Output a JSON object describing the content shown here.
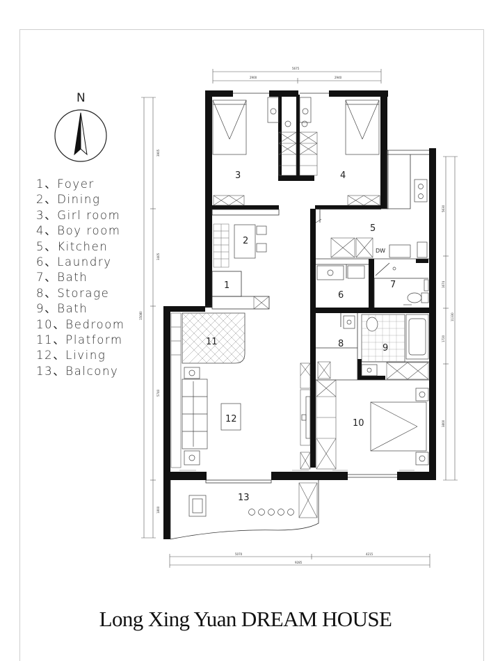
{
  "title": "Long Xing Yuan DREAM HOUSE",
  "compass": {
    "label": "N"
  },
  "legend": [
    "1、Foyer",
    "2、Dining",
    "3、Girl room",
    "4、Boy room",
    "5、Kitchen",
    "6、Laundry",
    "7、Bath",
    "8、Storage",
    "9、Bath",
    "10、Bedroom",
    "11、Platform",
    "12、Living",
    "13、Balcony"
  ],
  "rooms": [
    "1",
    "2",
    "3",
    "4",
    "5",
    "6",
    "7",
    "8",
    "9",
    "10",
    "11",
    "12",
    "13"
  ],
  "appliance": {
    "dishwasher": "DW"
  },
  "dimensions": {
    "top_total": "5675",
    "top_left": "2900",
    "top_right": "2940",
    "left_1": "3905",
    "left_2": "3405",
    "left_3": "5740",
    "left_4": "1800",
    "left_total": "15080",
    "right_1": "5630",
    "right_2": "1674",
    "right_3": "1720",
    "right_4": "3800",
    "right_total": "11330",
    "bottom_left": "5070",
    "bottom_right": "4215",
    "bottom_total": "9285"
  },
  "colors": {
    "wall": "#111111",
    "line": "#333333",
    "accent": "#f4f4f4"
  }
}
